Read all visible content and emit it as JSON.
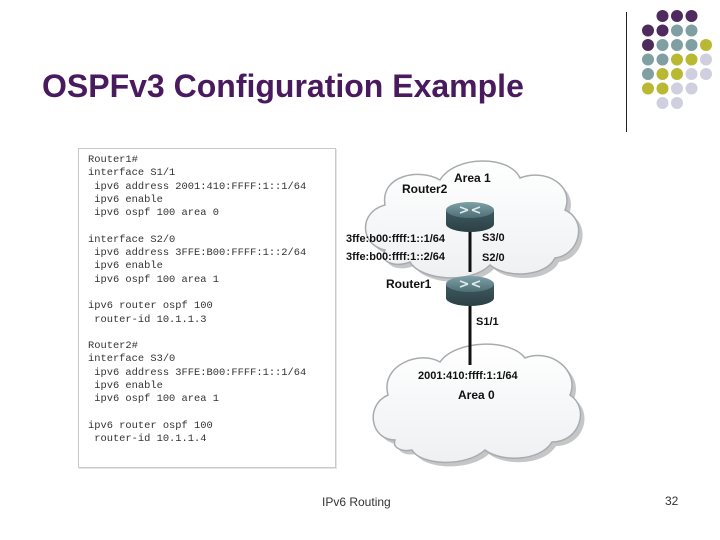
{
  "slide": {
    "title": "OSPFv3 Configuration Example",
    "footer": "IPv6 Routing",
    "page_number": "32"
  },
  "colors": {
    "title": "#4a1a5e",
    "dot_purple": "#4e2a5e",
    "dot_teal": "#7f9fa3",
    "dot_olive": "#b8b832",
    "dot_lavender": "#cfcfdf"
  },
  "config_lines": [
    "Router1#",
    "interface S1/1",
    " ipv6 address 2001:410:FFFF:1::1/64",
    " ipv6 enable",
    " ipv6 ospf 100 area 0",
    "",
    "interface S2/0",
    " ipv6 address 3FFE:B00:FFFF:1::2/64",
    " ipv6 enable",
    " ipv6 ospf 100 area 1",
    "",
    "ipv6 router ospf 100",
    " router-id 10.1.1.3",
    "",
    "Router2#",
    "interface S3/0",
    " ipv6 address 3FFE:B00:FFFF:1::1/64",
    " ipv6 enable",
    " ipv6 ospf 100 area 1",
    "",
    "ipv6 router ospf 100",
    " router-id 10.1.1.4"
  ],
  "diagram": {
    "area1_label": "Area 1",
    "area0_label": "Area 0",
    "router2_label": "Router2",
    "router1_label": "Router1",
    "addr_router2": "3ffe:b00:ffff:1::1/64",
    "addr_router1": "3ffe:b00:ffff:1::2/64",
    "if_s30": "S3/0",
    "if_s20": "S2/0",
    "if_s11": "S1/1",
    "area0_prefix": "2001:410:ffff:1:1/64"
  }
}
